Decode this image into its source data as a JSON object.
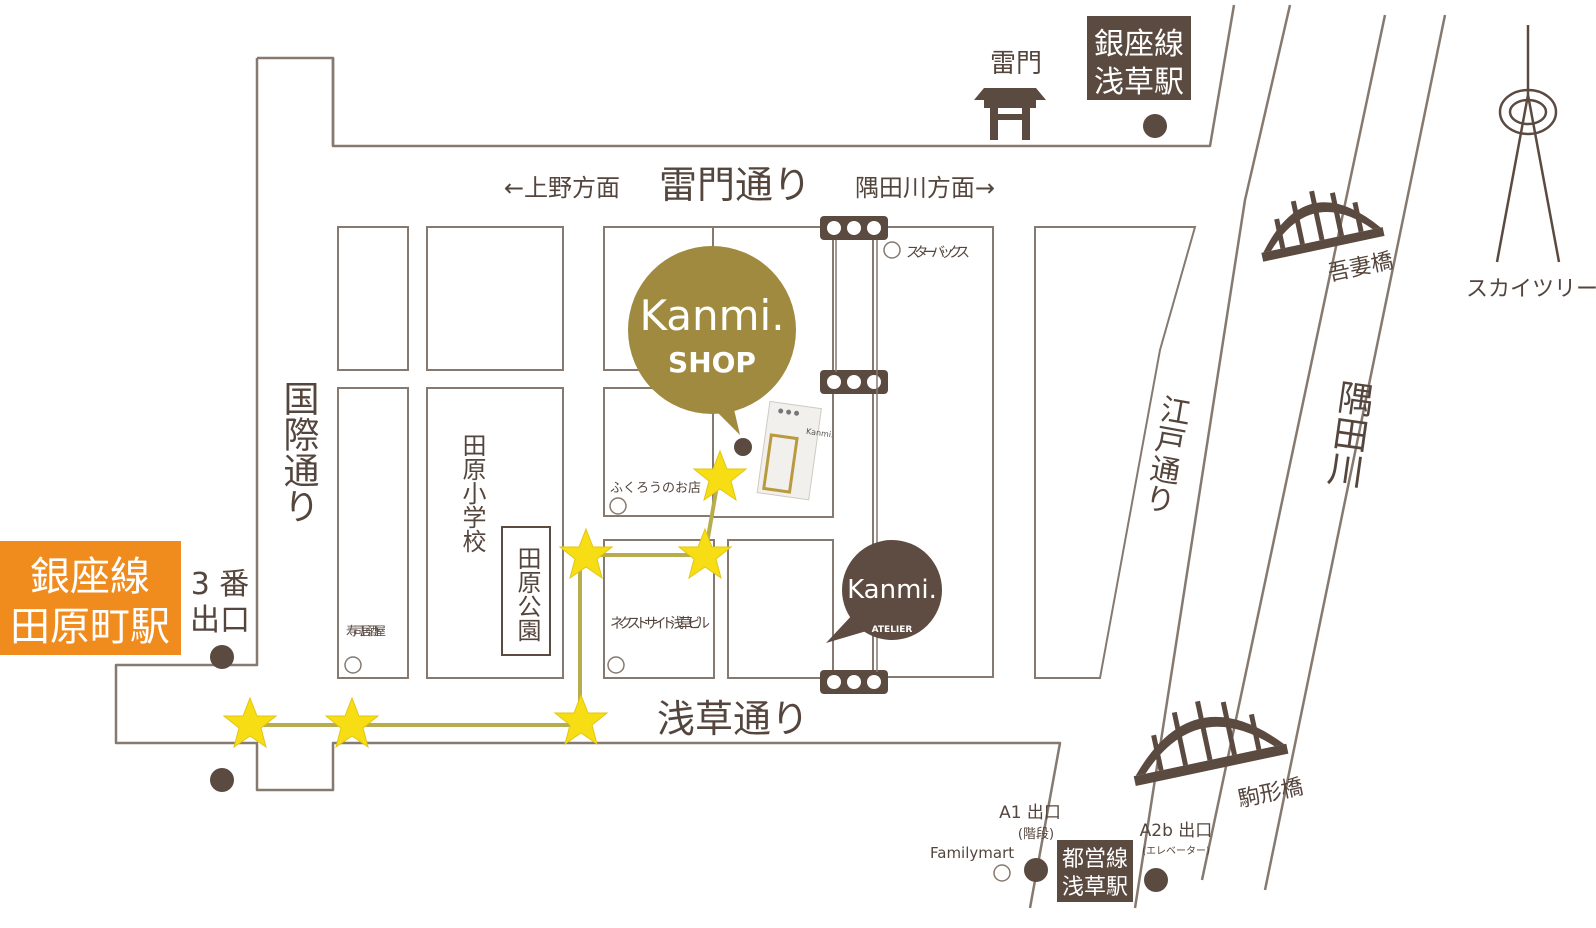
{
  "colors": {
    "road_outline": "#86796f",
    "text": "#54453d",
    "shop_bubble": "#a08a40",
    "atelier_bubble": "#5e4b41",
    "route": "#b8ad4e",
    "star": "#f7de14",
    "station_orange": "#f08c1e",
    "station_dark": "#5a4a40"
  },
  "streets": {
    "kaminarimon": "雷門通り",
    "kokusai": "国際通り",
    "asakusa": "浅草通り",
    "edo": "江戸通り",
    "sumida_river": "隅田川"
  },
  "directions": {
    "ueno": "←上野方面",
    "sumida": "隅田川方面→"
  },
  "landmarks": {
    "kaminarimon_gate": "雷門",
    "starbucks": "スターバックス",
    "fukurou": "ふくろうのお店",
    "tawara_school": "田原小学校",
    "tawara_park": "田原公園",
    "sushi": "寿司居酒屋",
    "next_site": "ネクストサイト浅草ビル",
    "familymart": "Familymart",
    "skytree": "スカイツリー",
    "azuma_bridge": "吾妻橋",
    "komagata_bridge": "駒形橋"
  },
  "stations": {
    "ginza_asakusa": [
      "銀座線",
      "浅草駅"
    ],
    "ginza_tawaramachi": [
      "銀座線",
      "田原町駅"
    ],
    "toei_asakusa": [
      "都営線",
      "浅草駅"
    ]
  },
  "exits": {
    "exit3": [
      "3 番",
      "出口"
    ],
    "a1": "A1 出口",
    "a1_note": "(階段)",
    "a2b": "A2b 出口",
    "a2b_note": "(エレベーター)"
  },
  "shop_bubble": {
    "brand": "Kanmi.",
    "sub": "SHOP"
  },
  "atelier_bubble": {
    "brand": "Kanmi.",
    "sub": "ATELIER"
  },
  "building_label": "Kanmi."
}
